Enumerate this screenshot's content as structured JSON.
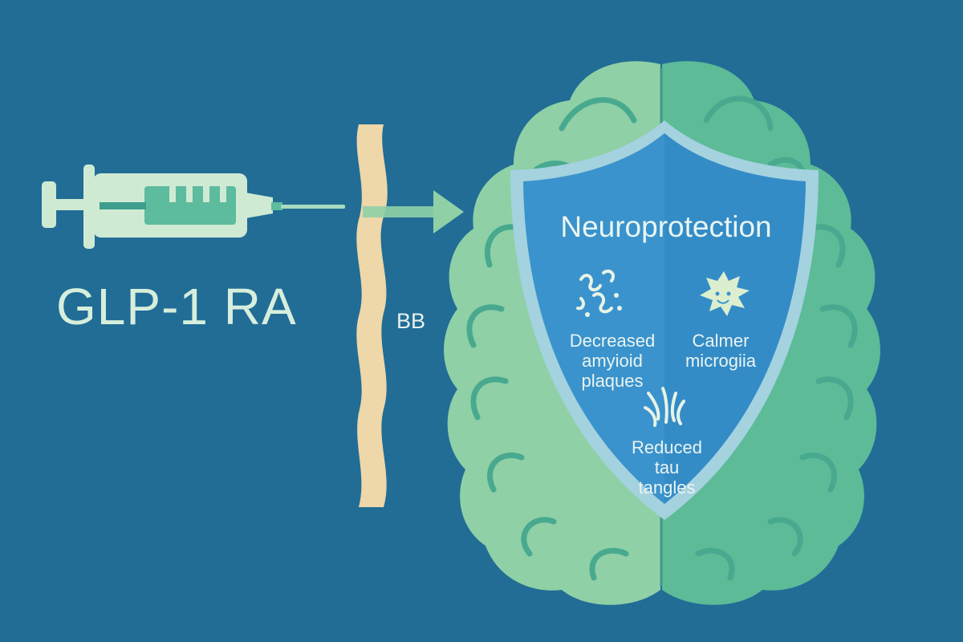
{
  "drug": {
    "label": "GLP-1 RA",
    "icon": "syringe-icon"
  },
  "barrier": {
    "label": "BB"
  },
  "shield": {
    "title": "Neuroprotection",
    "effects": [
      {
        "lines": [
          "Decreased",
          "amyioid",
          "plaques"
        ],
        "icon": "amyloid-plaques-icon"
      },
      {
        "lines": [
          "Calmer",
          "microgiia"
        ],
        "icon": "microglia-icon"
      },
      {
        "lines": [
          "Reduced",
          "tau",
          "tangles"
        ],
        "icon": "tau-tangles-icon"
      }
    ]
  },
  "colors": {
    "background": "#216d96",
    "brain_left": "#8fd0a6",
    "brain_right": "#5dbb98",
    "brain_fold": "#48a98f",
    "shield": "#3a93cc",
    "shield_rim": "#a4d2df",
    "barrier": "#eed7a8",
    "syringe": "#cfead3"
  }
}
